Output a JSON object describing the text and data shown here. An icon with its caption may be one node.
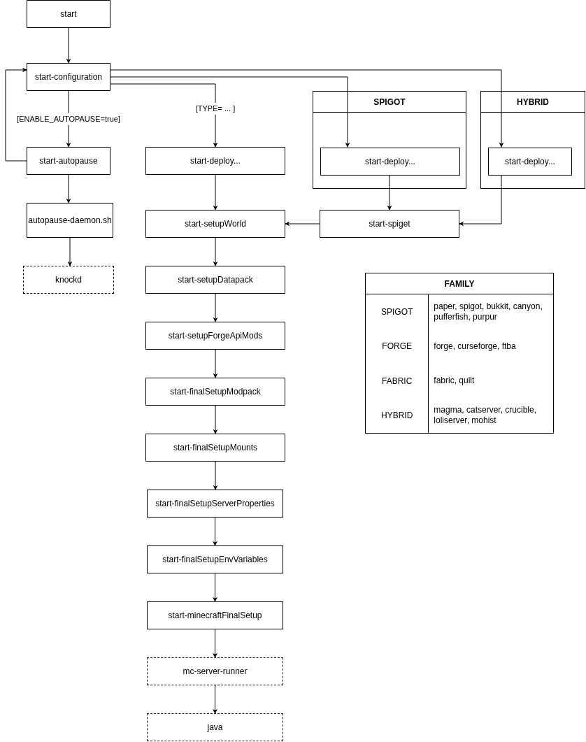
{
  "diagram": {
    "nodes": [
      {
        "text": [
          "start"
        ]
      },
      {
        "text": [
          "start-configuration"
        ]
      },
      {
        "text": [
          "start-autopause"
        ]
      },
      {
        "text": [
          "autopause-daemon.sh"
        ]
      },
      {
        "text": [
          "knockd"
        ]
      },
      {
        "text": [
          "start-deploy..."
        ]
      },
      {
        "text": [
          "SPIGOT"
        ]
      },
      {
        "text": [
          "start-deploy..."
        ],
        "in": 6
      },
      {
        "text": [
          "HYBRID"
        ]
      },
      {
        "text": [
          "start-deploy..."
        ],
        "in": 8
      },
      {
        "text": [
          "start-spiget"
        ]
      },
      {
        "text": [
          "start-setupWorld"
        ]
      },
      {
        "text": [
          "start-setupDatapack"
        ]
      },
      {
        "text": [
          "start-setupForgeApiMods"
        ]
      },
      {
        "text": [
          "start-finalSetupModpack"
        ]
      },
      {
        "text": [
          "start-finalSetupMounts"
        ]
      },
      {
        "text": [
          "start-finalSetupServerProperties"
        ]
      },
      {
        "text": [
          "start-finalSetupEnvVariables"
        ]
      },
      {
        "text": [
          "start-minecraftFinalSetup"
        ]
      },
      {
        "text": [
          "mc-server-runner"
        ]
      },
      {
        "text": [
          "java"
        ]
      },
      {
        "text": [
          "FAMILY"
        ]
      }
    ],
    "edges": [
      {
        "from": 0,
        "to": 1,
        "arrow": "to"
      },
      {
        "from": 1,
        "to": 2,
        "arrow": "to",
        "label": "[ENABLE_AUTOPAUSE=true]"
      },
      {
        "from": 2,
        "to": 1,
        "arrow": "to"
      },
      {
        "from": 1,
        "to": 5,
        "arrow": "to",
        "label": "[TYPE= ... ]"
      },
      {
        "from": 1,
        "to": 7,
        "arrow": "to"
      },
      {
        "from": 1,
        "to": 9,
        "arrow": "to"
      },
      {
        "from": 2,
        "to": 3,
        "arrow": "to"
      },
      {
        "from": 3,
        "to": 4,
        "arrow": "to"
      },
      {
        "from": 5,
        "to": 11,
        "arrow": "to"
      },
      {
        "from": 7,
        "to": 10,
        "arrow": "to"
      },
      {
        "from": 9,
        "to": 10,
        "arrow": "to"
      },
      {
        "from": 10,
        "to": 11,
        "arrow": "to"
      },
      {
        "from": 11,
        "to": 12,
        "arrow": "to"
      },
      {
        "from": 12,
        "to": 13,
        "arrow": "to"
      },
      {
        "from": 13,
        "to": 14,
        "arrow": "to"
      },
      {
        "from": 14,
        "to": 15,
        "arrow": "to"
      },
      {
        "from": 15,
        "to": 16,
        "arrow": "to"
      },
      {
        "from": 16,
        "to": 17,
        "arrow": "to"
      },
      {
        "from": 17,
        "to": 18,
        "arrow": "to"
      },
      {
        "from": 18,
        "to": 19,
        "arrow": "to"
      },
      {
        "from": 19,
        "to": 20,
        "arrow": "to"
      }
    ],
    "labels": [
      "SPIGOT",
      "paper, spigot, bukkit, canyon, pufferfish, purpur",
      "FORGE",
      "forge, curseforge, ftba",
      "FABRIC",
      "fabric, quilt",
      "HYBRID",
      "magma, catserver, crucible, loliserver, mohist"
    ]
  }
}
